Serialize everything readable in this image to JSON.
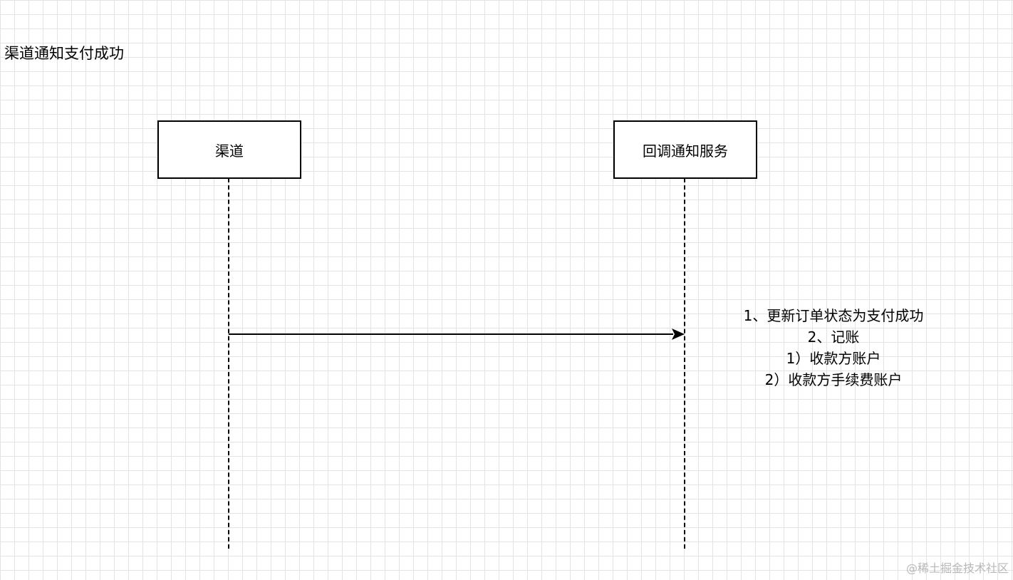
{
  "diagram": {
    "title": "渠道通知支付成功",
    "actors": [
      {
        "label": "渠道"
      },
      {
        "label": "回调通知服务"
      }
    ],
    "message": {
      "from": "渠道",
      "to": "回调通知服务",
      "note_lines": [
        "1、更新订单状态为支付成功",
        "2、记账",
        "1）收款方账户",
        "2）收款方手续费账户"
      ]
    }
  },
  "watermark": "@稀土掘金技术社区"
}
